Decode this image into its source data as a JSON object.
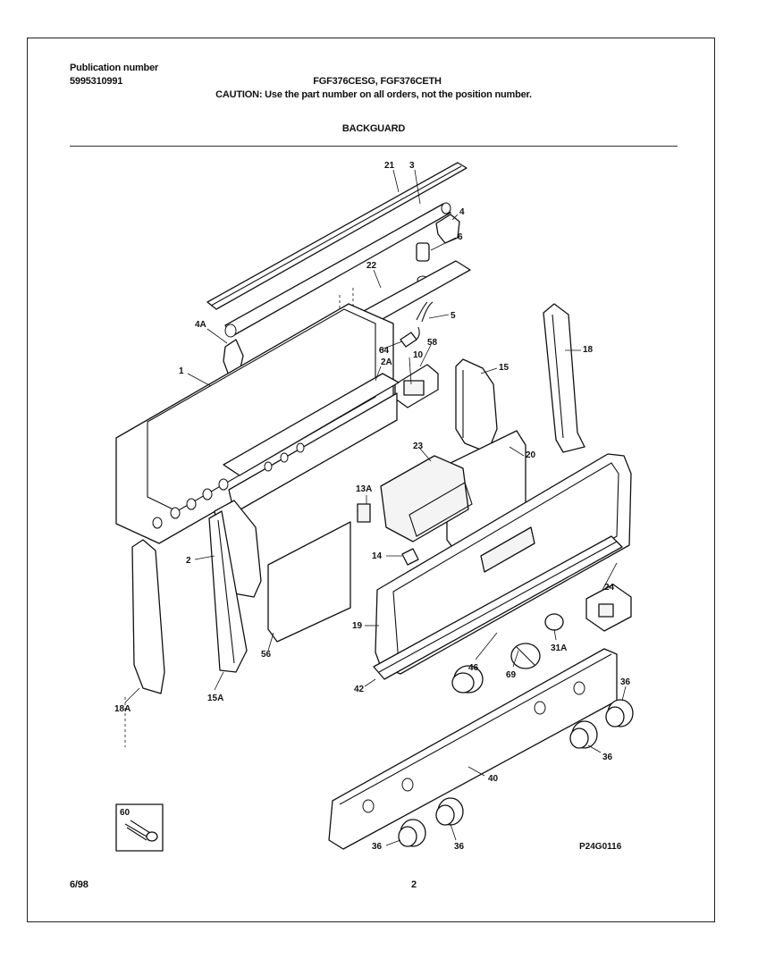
{
  "header": {
    "publication_label": "Publication number",
    "publication_number": "5995310991",
    "models": "FGF376CESG, FGF376CETH",
    "caution": "CAUTION:  Use the part number on all orders, not the position number.",
    "section_title": "BACKGUARD"
  },
  "diagram": {
    "callouts": [
      "21",
      "3",
      "4",
      "6",
      "22",
      "5",
      "4A",
      "64",
      "58",
      "10",
      "2A",
      "15",
      "18",
      "1",
      "23",
      "20",
      "13A",
      "2",
      "14",
      "24",
      "56",
      "19",
      "31A",
      "46",
      "69",
      "36",
      "42",
      "18A",
      "15A",
      "40",
      "60"
    ],
    "drawing_number": "P24G0116"
  },
  "footer": {
    "date": "6/98",
    "page_number": "2"
  }
}
